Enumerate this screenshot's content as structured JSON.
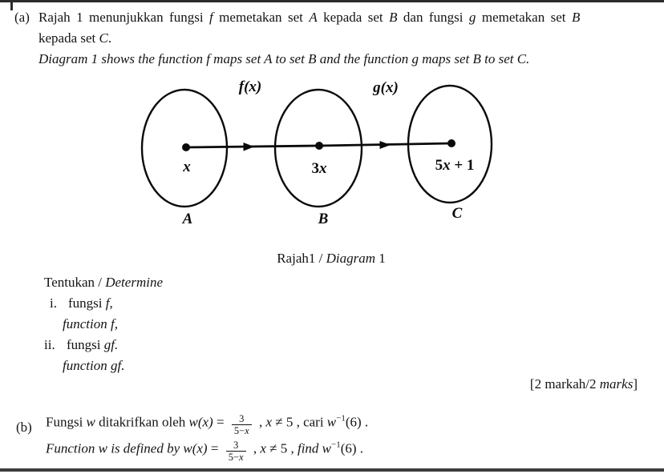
{
  "page": {
    "bg": "#ffffff",
    "ink": "#141414",
    "rule": "#2c2c2c"
  },
  "part_a": {
    "marker": "(a)",
    "line1": [
      "Rajah 1 menunjukkan fungsi ",
      "f",
      " memetakan set ",
      "A",
      " kepada set ",
      "B",
      " dan fungsi ",
      "g",
      " memetakan set ",
      "B"
    ],
    "line2": [
      "kepada set ",
      "C",
      "."
    ],
    "line3": "Diagram 1 shows the function f maps set A to set B and the function g maps set B to set C."
  },
  "diagram": {
    "f_label": "f(x)",
    "g_label": "g(x)",
    "elem_a": "x",
    "elem_b": [
      "3",
      "x"
    ],
    "elem_c": [
      "5",
      "x",
      " + 1"
    ],
    "set_a": "A",
    "set_b": "B",
    "set_c": "C"
  },
  "caption": [
    "Rajah1 / ",
    "Diagram",
    " 1"
  ],
  "determine": [
    "Tentukan / ",
    "Determine"
  ],
  "items": [
    {
      "marker": "i.",
      "text": [
        "fungsi ",
        "f,"
      ],
      "sub": "function f,"
    },
    {
      "marker": "ii.",
      "text": [
        "fungsi ",
        "gf."
      ],
      "sub": "function gf."
    }
  ],
  "marks": [
    "[2 markah/2 ",
    "marks",
    "]"
  ],
  "part_b": {
    "marker": "(b)",
    "l1": {
      "t1": "Fungsi ",
      "w": "w",
      "t2": " ditakrifkan oleh ",
      "fx": "w(x)",
      "eq": " = ",
      "num": "3",
      "den1": "5−",
      "den2": "x",
      "t3": " , ",
      "x": "x",
      "t4": " ≠ 5 , cari ",
      "w2": "w",
      "sup": "−1",
      "t5": "(6) ."
    },
    "l2": {
      "t1": "Function w is defined by ",
      "fx": "w(x)",
      "eq": " = ",
      "num": "3",
      "den1": "5−",
      "den2": "x",
      "t3": " , ",
      "x": "x",
      "t4": " ≠ 5 , ",
      "t5": "find ",
      "w2": "w",
      "sup": "−1",
      "t6": "(6) ."
    }
  }
}
